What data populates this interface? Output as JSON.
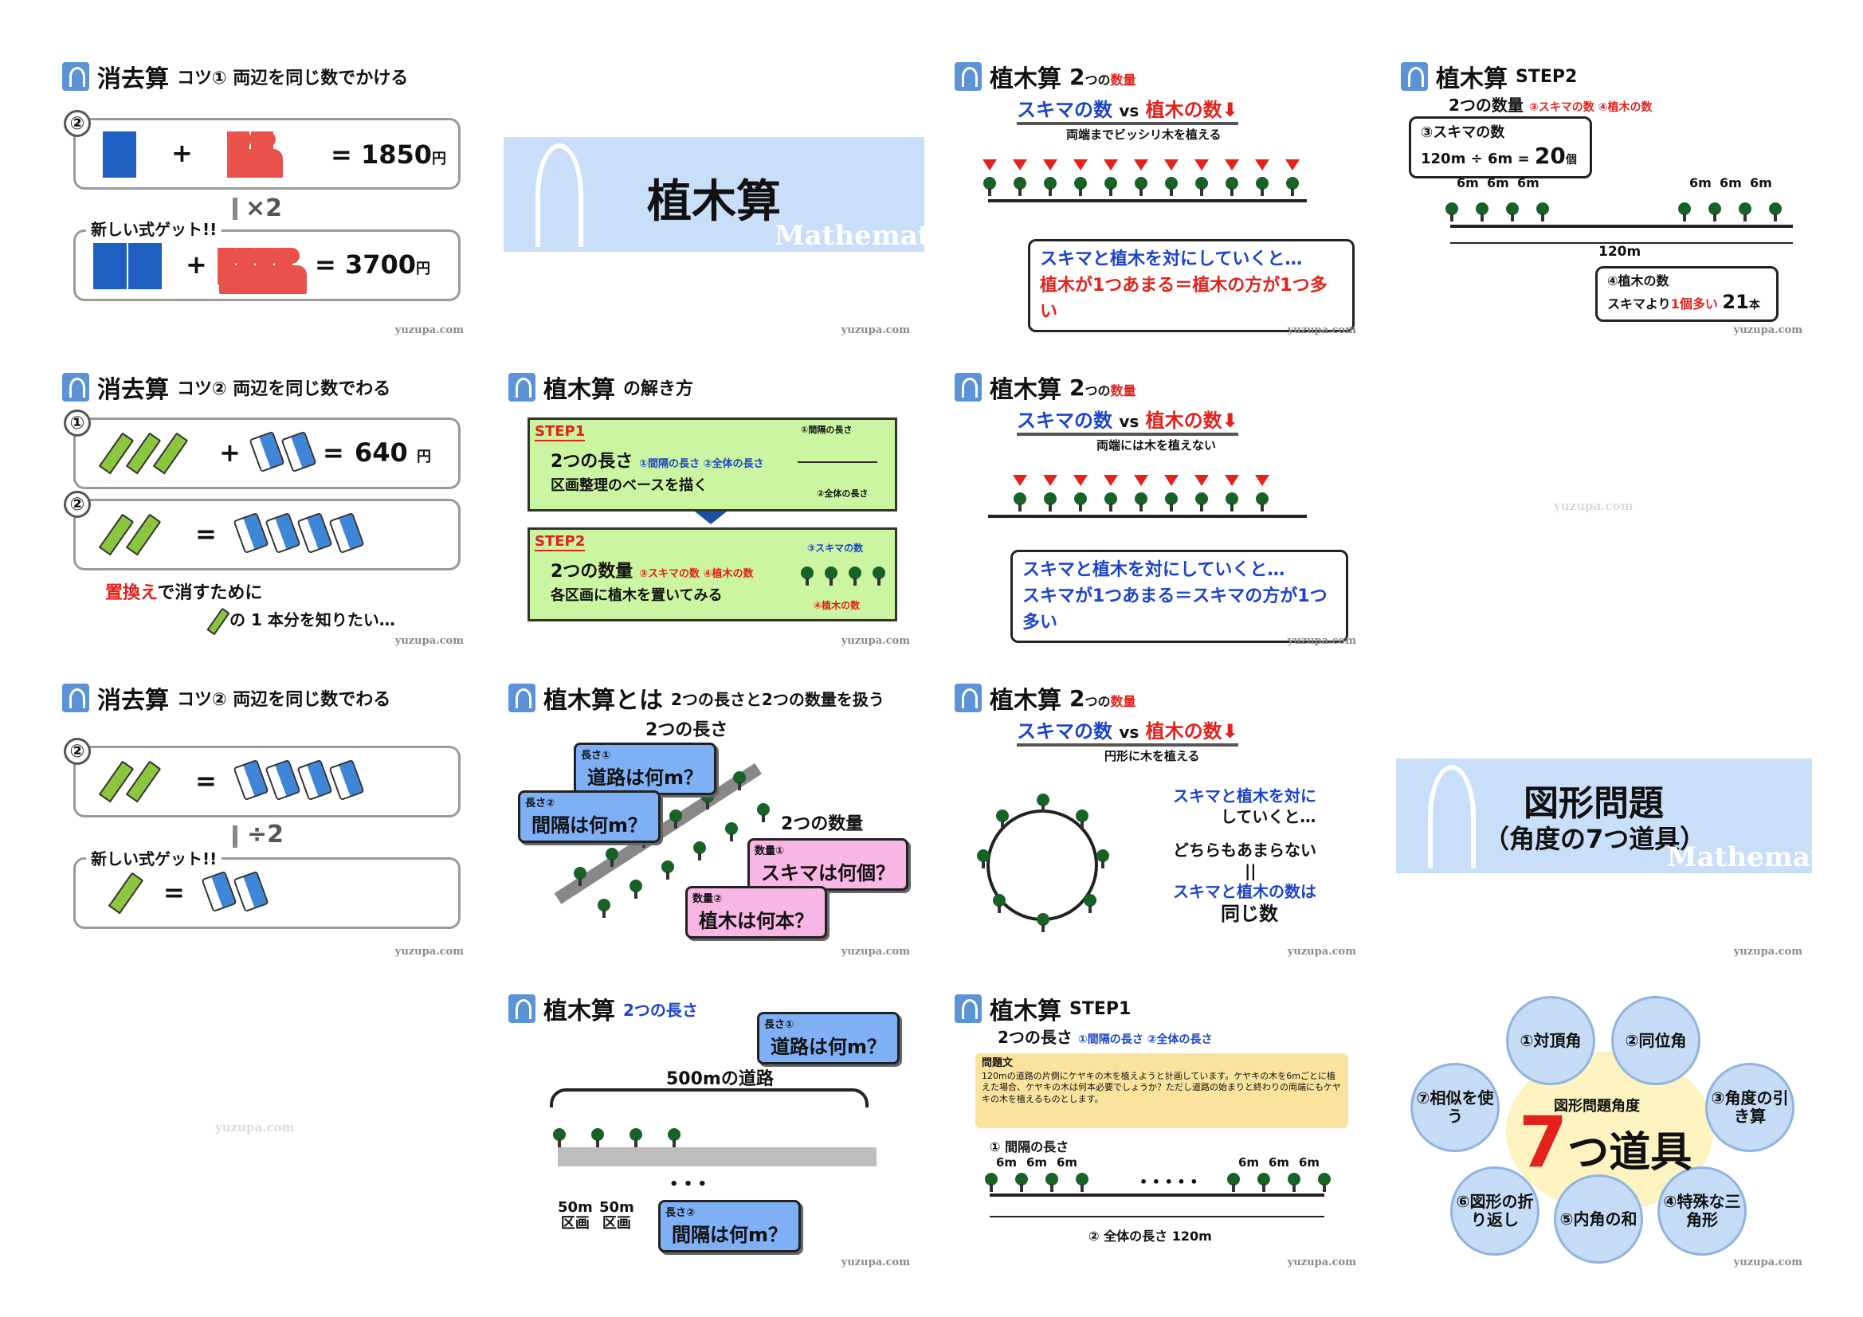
{
  "watermark": "yuzupa.com",
  "watermark_faint": "yuzupa.com",
  "s1": {
    "title": "消去算",
    "subtitle": "コツ① 両辺を同じ数でかける",
    "num_a": "②",
    "eq1_plus": "+",
    "eq1_result": "= 1850",
    "unit": "円",
    "mult": "×2",
    "new_formula": "新しい式ゲット!!",
    "eq2_plus": "+",
    "eq2_result": "= 3700"
  },
  "s2": {
    "banner_title": "植木算",
    "banner_sub": "Mathemat"
  },
  "s3": {
    "title": "植木算",
    "subtitle_num": "2",
    "subtitle_text": "つの",
    "subtitle_red": "数量",
    "vs_left": "スキマの数",
    "vs": "vs",
    "vs_right": "植木の数",
    "note": "両端までビッシリ木を植える",
    "callout1": "スキマと植木を対にしていくと…",
    "callout2": "植木が1つあまる＝植木の方が1つ多い"
  },
  "s4": {
    "title": "植木算",
    "step": "STEP2",
    "subtitle": "2つの数量",
    "sub_red": "③スキマの数 ④植木の数",
    "box1_title": "③スキマの数",
    "box1_formula": "120m ÷ 6m =",
    "box1_val": "20",
    "box1_unit": "個",
    "seg": "6m",
    "total": "120m",
    "box2_title": "④植木の数",
    "box2_text": "スキマより",
    "box2_red": "1個多い",
    "box2_val": "21",
    "box2_unit": "本"
  },
  "s5": {
    "title": "消去算",
    "subtitle": "コツ② 両辺を同じ数でわる",
    "num_1": "①",
    "num_2": "②",
    "plus": "+",
    "eq": "=",
    "val": "640",
    "unit": "円",
    "note_red": "置換え",
    "note1": "で消すために",
    "note2": "の 1 本分を知りたい…"
  },
  "s6": {
    "title": "植木算",
    "title_sub": "の解き方",
    "step1": "STEP1",
    "step1_main": "2つの長さ",
    "step1_blue": "①間隔の長さ ②全体の長さ",
    "step1_desc": "区画整理のベースを描く",
    "step1_lbl_a": "①間隔の長さ",
    "step1_lbl_b": "②全体の長さ",
    "step2": "STEP2",
    "step2_main": "2つの数量",
    "step2_red": "③スキマの数 ④植木の数",
    "step2_desc": "各区画に植木を置いてみる",
    "step2_lbl_a": "③スキマの数",
    "step2_lbl_b": "④植木の数"
  },
  "s7": {
    "title": "植木算",
    "subtitle_num": "2",
    "subtitle_text": "つの",
    "subtitle_red": "数量",
    "vs_left": "スキマの数",
    "vs": "vs",
    "vs_right": "植木の数",
    "note": "両端には木を植えない",
    "callout1": "スキマと植木を対にしていくと…",
    "callout2": "スキマが1つあまる＝スキマの方が1つ多い"
  },
  "s9": {
    "title": "消去算",
    "subtitle": "コツ② 両辺を同じ数でわる",
    "num_2": "②",
    "eq": "=",
    "div": "÷2",
    "new_formula": "新しい式ゲット!!"
  },
  "s10": {
    "title": "植木算とは",
    "title_rest": "2つの長さと2つの数量を扱う",
    "lengths": "2つの長さ",
    "quantities": "2つの数量",
    "tag1_small": "長さ①",
    "tag1": "道路は何m？",
    "tag2_small": "長さ②",
    "tag2": "間隔は何m？",
    "tag3_small": "数量①",
    "tag3": "スキマは何個？",
    "tag4_small": "数量②",
    "tag4": "植木は何本？"
  },
  "s11": {
    "title": "植木算",
    "subtitle_num": "2",
    "subtitle_text": "つの",
    "subtitle_red": "数量",
    "vs_left": "スキマの数",
    "vs": "vs",
    "vs_right": "植木の数",
    "note": "円形に木を植える",
    "r1": "スキマと植木を対に",
    "r2": "していくと…",
    "r3": "どちらもあまらない",
    "r4": "||",
    "r5": "スキマと植木の数は",
    "r6": "同じ数"
  },
  "s12": {
    "banner_title": "図形問題",
    "banner_sub_title": "（角度の7つ道具）",
    "banner_sub": "Mathemat"
  },
  "s14": {
    "title": "植木算",
    "subtitle": "2つの長さ",
    "tag1_small": "長さ①",
    "tag1": "道路は何m？",
    "road": "500mの道路",
    "seg1": "50m",
    "seg1b": "区画",
    "seg2": "50m",
    "seg2b": "区画",
    "dots": "• • •",
    "tag2_small": "長さ②",
    "tag2": "間隔は何m？"
  },
  "s15": {
    "title": "植木算",
    "step": "STEP1",
    "subtitle": "2つの長さ",
    "sub_blue": "①間隔の長さ ②全体の長さ",
    "problem_title": "問題文",
    "problem": "120mの道路の片側にケヤキの木を植えようと計画しています。ケヤキの木を6mごとに植えた場合、ケヤキの木は何本必要でしょうか？ただし道路の始まりと終わりの両端にもケヤキの木を植えるものとします。",
    "lbl1": "① 間隔の長さ",
    "seg": "6m",
    "dots": "• • • • •",
    "lbl2": "② 全体の長さ 120m"
  },
  "s16": {
    "center_top": "図形問題角度",
    "center_big": "7",
    "center_rest": "つ道具",
    "t1": "①対頂角",
    "t2": "②同位角",
    "t3": "③角度の引き算",
    "t4": "④特殊な三角形",
    "t5": "⑤内角の和",
    "t6": "⑥図形の折り返し",
    "t7": "⑦相似を使う"
  }
}
